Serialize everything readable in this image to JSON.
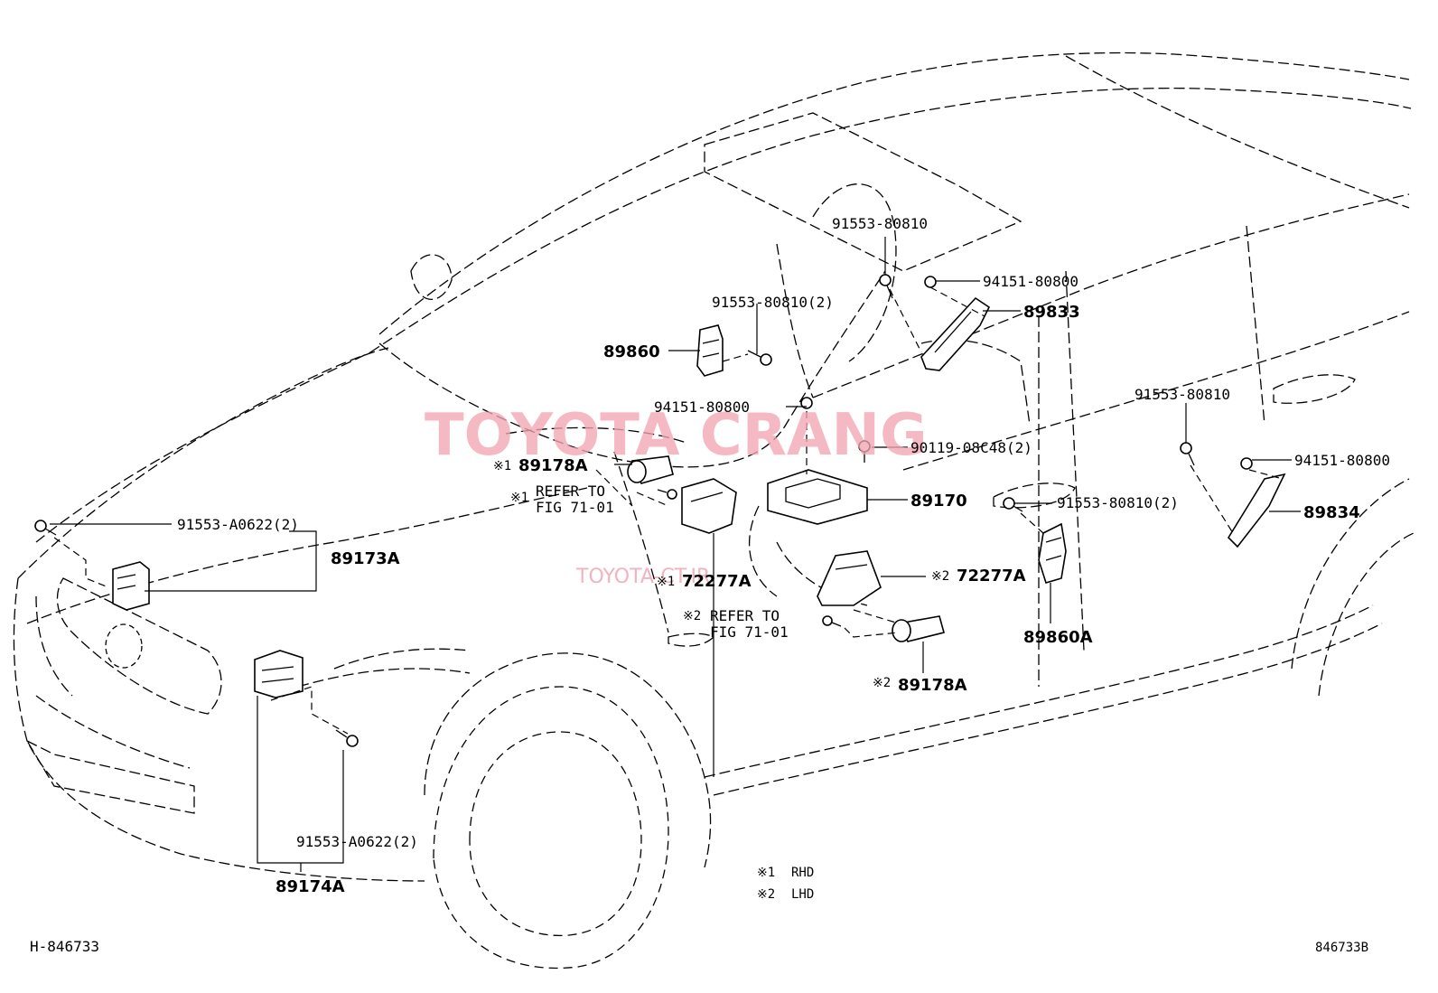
{
  "colors": {
    "line": "#000000",
    "background": "#ffffff",
    "watermark": "#f2a6b3"
  },
  "watermark": {
    "main": "TOYOTA CRANG",
    "sub": "TOYOTA-CT.IR"
  },
  "labels": {
    "p9155380810_top": "91553-80810",
    "p9415180800_top": "94151-80800",
    "p89833": "89833",
    "p9155380810x2_left": "91553-80810(2)",
    "p89860": "89860",
    "p9415180800_mid": "94151-80800",
    "p89178A_1": "89178A",
    "mark1_a": "※1",
    "mark1_b": "※1",
    "refer_to_1": "REFER TO",
    "fig_71_01_1": "FIG 71-01",
    "p9011908C48": "90119-08C48(2)",
    "p89170": "89170",
    "p9155380810_right": "91553-80810",
    "p9415180800_right": "94151-80800",
    "p9155380810x2_right": "91553-80810(2)",
    "p89834": "89834",
    "p91553A0622x2_top": "91553-A0622(2)",
    "p89173A": "89173A",
    "p72277A_1": "72277A",
    "mark1_c": "※1",
    "p72277A_2": "72277A",
    "mark2_a": "※2",
    "mark2_b": "※2",
    "refer_to_2": "REFER TO",
    "fig_71_01_2": "FIG 71-01",
    "p89860A": "89860A",
    "mark2_c": "※2",
    "p89178A_2": "89178A",
    "p91553A0622x2_bottom": "91553-A0622(2)",
    "p89174A": "89174A"
  },
  "legend": {
    "mark1": "※1",
    "rhd": "RHD",
    "mark2": "※2",
    "lhd": "LHD"
  },
  "codes": {
    "left": "H-846733",
    "right": "846733B"
  }
}
